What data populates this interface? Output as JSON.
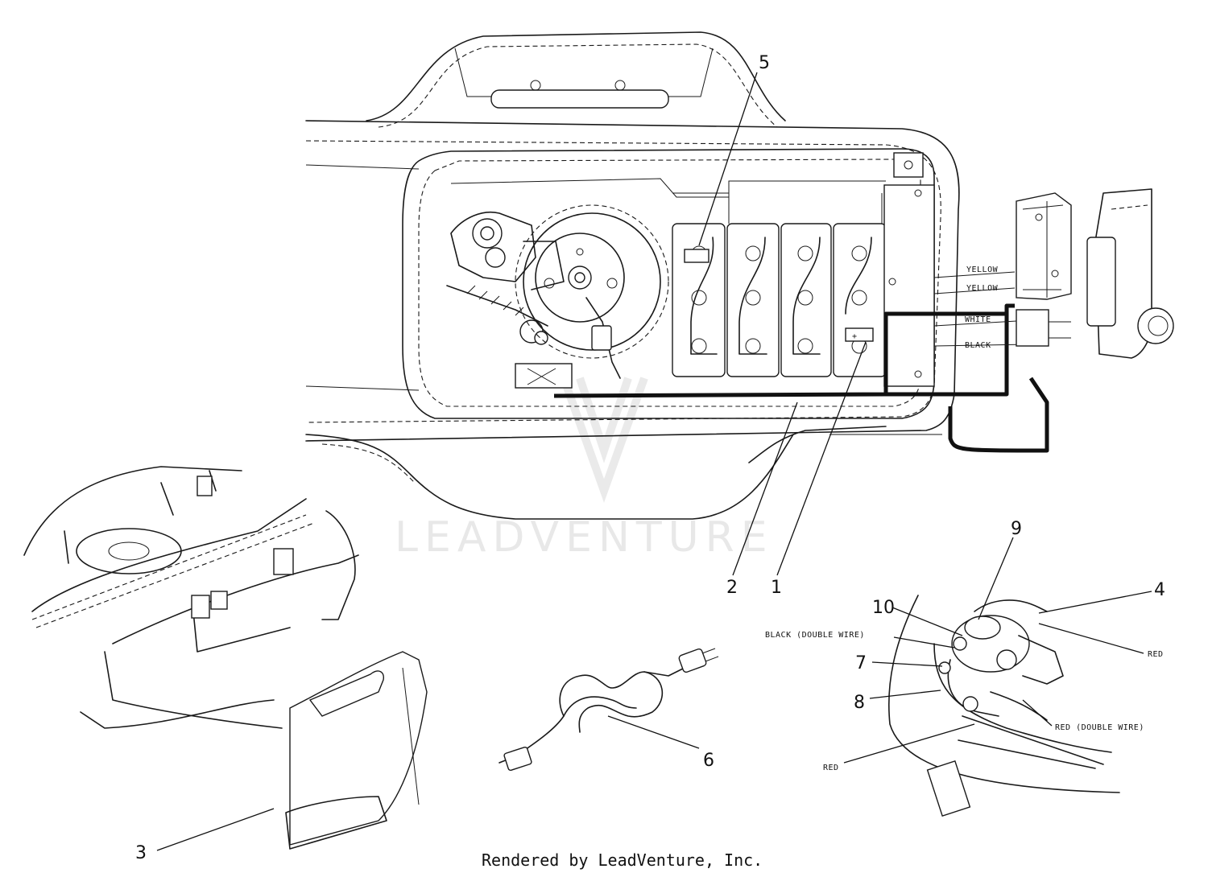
{
  "callouts": {
    "c1": "1",
    "c2": "2",
    "c3": "3",
    "c4": "4",
    "c5": "5",
    "c6": "6",
    "c7": "7",
    "c8": "8",
    "c9": "9",
    "c10": "10"
  },
  "wires": {
    "yellow_top": "YELLOW",
    "yellow_bottom": "YELLOW",
    "white": "WHITE",
    "black": "BLACK",
    "black_double": "BLACK (DOUBLE WIRE)",
    "red_right": "RED",
    "red_double": "RED (DOUBLE WIRE)",
    "red_left": "RED"
  },
  "watermark": "LEADVENTURE",
  "footer": "Rendered by LeadVenture, Inc."
}
